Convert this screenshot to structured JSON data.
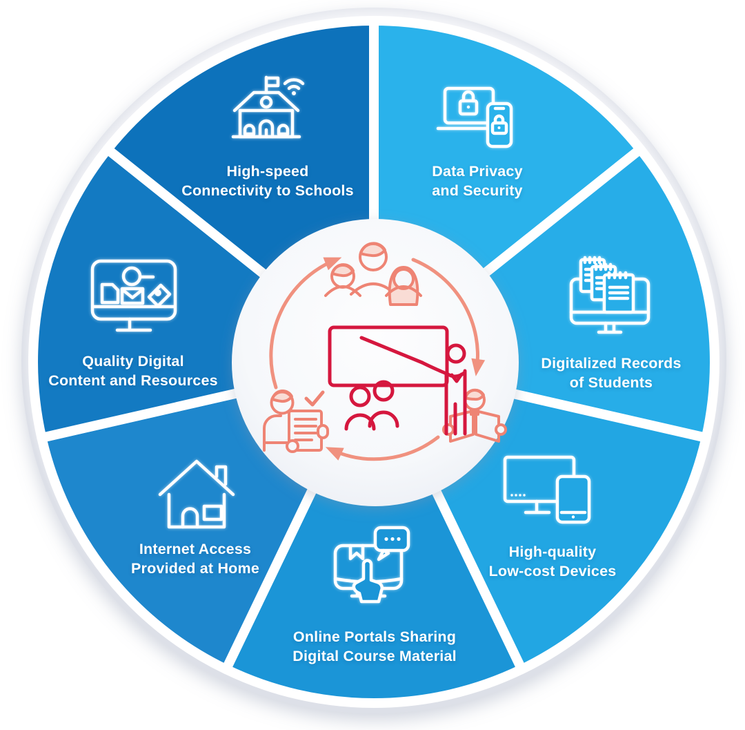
{
  "colors": {
    "background": "#ffffff",
    "outer_ring": "#eef0f4",
    "gap": "#ffffff",
    "label_text": "#ffffff",
    "icon_stroke": "#ffffff",
    "center_circle": "#f6f7fa",
    "center_primary": "#d5173e",
    "center_secondary": "#ee8474",
    "center_fill": "#f9dcd5",
    "center_arrow": "#f0917f"
  },
  "segments": [
    {
      "id": "data-privacy",
      "line1": "Data Privacy",
      "line2": "and Security",
      "color": "#2ab2eb",
      "icon": "laptop-phone-lock-icon"
    },
    {
      "id": "digitalized-records",
      "line1": "Digitalized Records",
      "line2": "of Students",
      "color": "#27ade8",
      "icon": "monitor-records-icon"
    },
    {
      "id": "low-cost-devices",
      "line1": "High-quality",
      "line2": "Low-cost Devices",
      "color": "#22a6e3",
      "icon": "monitor-tablet-icon"
    },
    {
      "id": "online-portals",
      "line1": "Online Portals Sharing",
      "line2": "Digital Course Material",
      "color": "#1b95d7",
      "icon": "portal-book-hand-icon"
    },
    {
      "id": "internet-at-home",
      "line1": "Internet Access",
      "line2": "Provided at Home",
      "color": "#1e87cd",
      "icon": "house-icon"
    },
    {
      "id": "quality-content",
      "line1": "Quality Digital",
      "line2": "Content and Resources",
      "color": "#137ac2",
      "icon": "monitor-content-icon"
    },
    {
      "id": "high-speed",
      "line1": "High-speed",
      "line2": "Connectivity to Schools",
      "color": "#0d72bb",
      "icon": "school-wifi-icon"
    }
  ],
  "center": {
    "icons": [
      "family-icon",
      "reader-icon",
      "checklist-person-icon",
      "teacher-whiteboard-icon",
      "cycle-arrows"
    ]
  }
}
